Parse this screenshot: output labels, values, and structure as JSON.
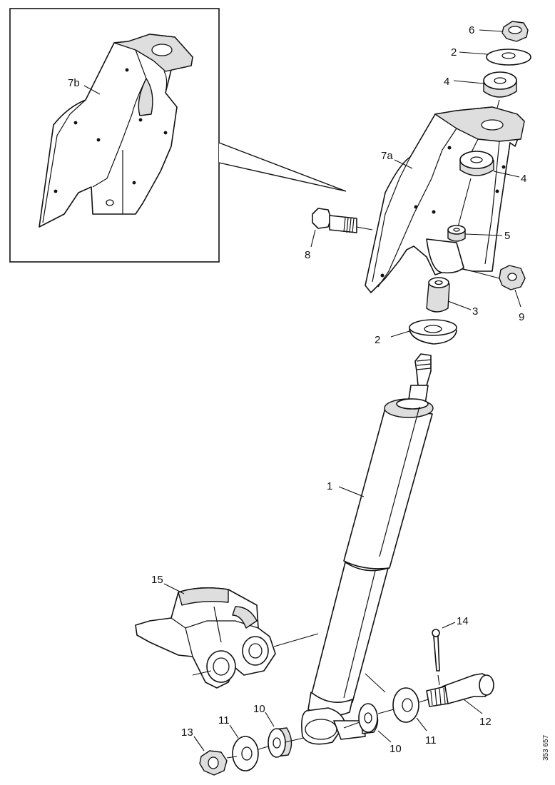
{
  "callouts": {
    "c1": "1",
    "c2a": "2",
    "c2b": "2",
    "c3": "3",
    "c4a": "4",
    "c4b": "4",
    "c5": "5",
    "c6": "6",
    "c7a": "7a",
    "c7b": "7b",
    "c8": "8",
    "c9": "9",
    "c10a": "10",
    "c10b": "10",
    "c11a": "11",
    "c11b": "11",
    "c12": "12",
    "c13": "13",
    "c14": "14",
    "c15": "15"
  },
  "reference_code": "353 657"
}
